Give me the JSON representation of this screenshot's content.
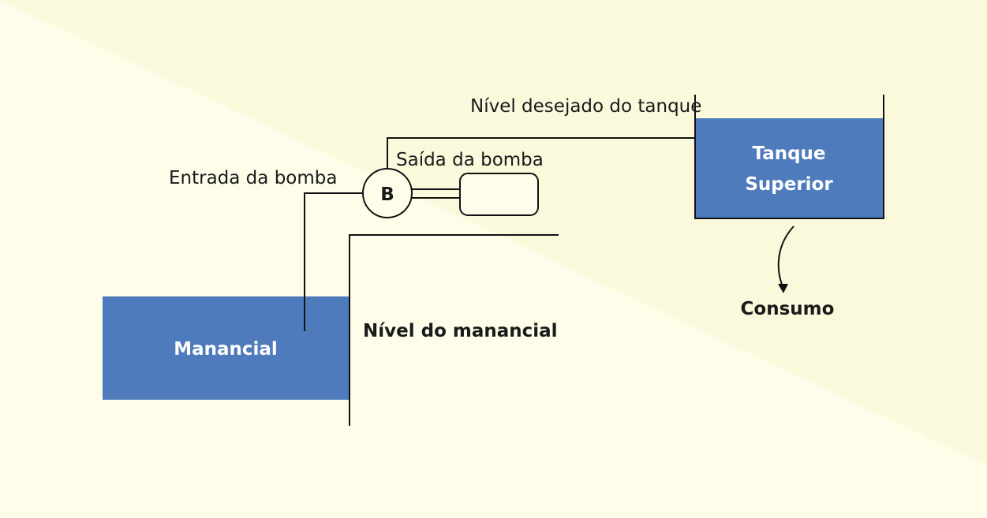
{
  "colors": {
    "background": "#fdfdea",
    "background_stripe": "#fbf9dc",
    "water": "#4d7bbc",
    "line": "#111111",
    "text": "#1a1a1a",
    "text_on_water": "#ffffff"
  },
  "diagram": {
    "source": {
      "label": "Manancial",
      "level_label": "Nível do manancial"
    },
    "pump": {
      "symbol": "B",
      "inlet_label": "Entrada da bomba",
      "outlet_label": "Saída da bomba",
      "motor_icon": "motor-icon"
    },
    "upper_tank": {
      "label_line1": "Tanque",
      "label_line2": "Superior",
      "level_label": "Nível desejado do tanque"
    },
    "consumption": {
      "label": "Consumo",
      "icon": "curved-arrow-down-icon"
    }
  }
}
